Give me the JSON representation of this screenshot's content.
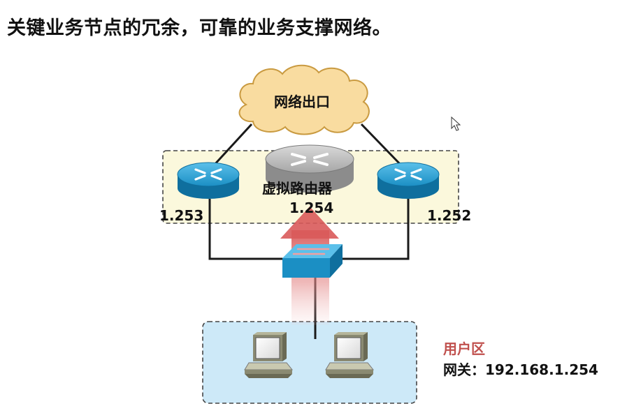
{
  "title": "关键业务节点的冗余，可靠的业务支撑网络。",
  "diagram": {
    "cloud_label": "网络出口",
    "virtual_router": {
      "name": "虚拟路由器",
      "ip": "1.254"
    },
    "left_router_ip": "1.253",
    "right_router_ip": "1.252",
    "user_zone": {
      "label": "用户区",
      "gateway": "网关：192.168.1.254"
    }
  },
  "colors": {
    "cloud_fill": "#f9dca0",
    "router_blue": "#1b8fc4",
    "virtual_router_gray": "#b8b8b8",
    "vr_zone_fill": "#fbf8dc",
    "user_zone_fill": "#cde9f8",
    "arrow_red": "#d95a5a",
    "user_zone_text": "#c0504d"
  },
  "icons": [
    "cloud-icon",
    "router-icon",
    "virtual-router-icon",
    "switch-icon",
    "pc-icon",
    "cursor-icon"
  ]
}
